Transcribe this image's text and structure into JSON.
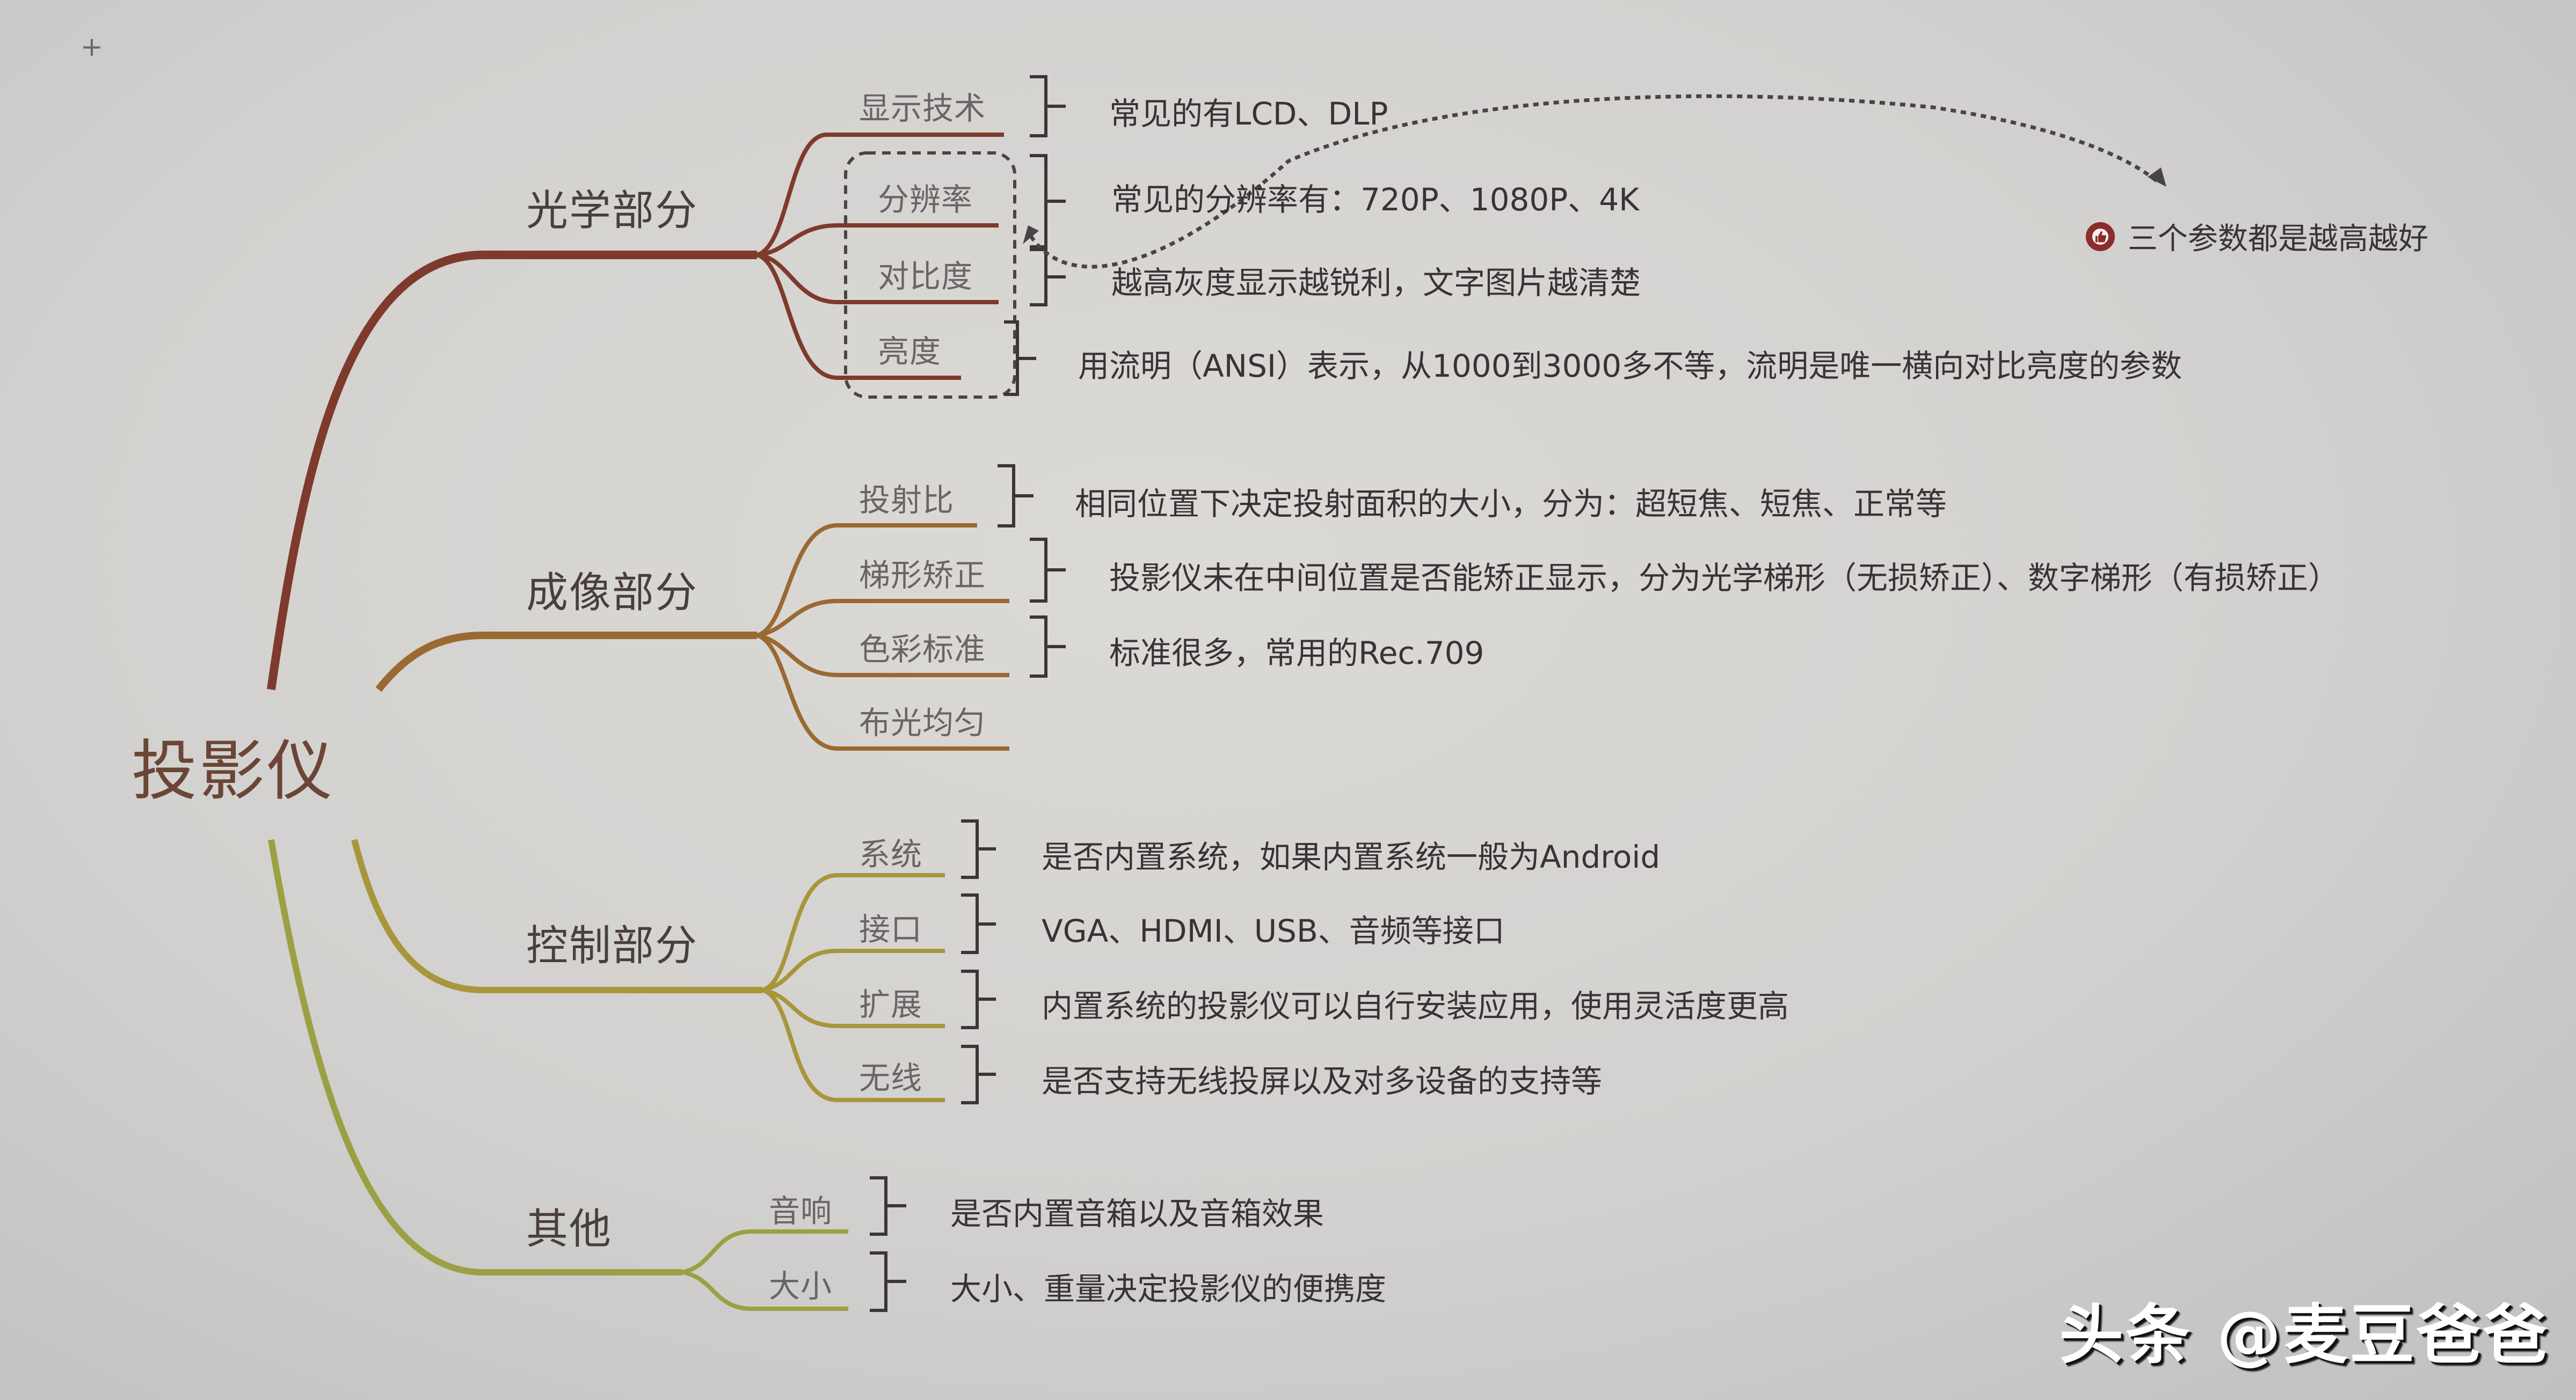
{
  "root": {
    "label": "投影仪"
  },
  "colors": {
    "optical": "#7e3a2c",
    "imaging": "#9a6a32",
    "control": "#a8963c",
    "other": "#9ba044",
    "bracket": "#3d3538",
    "note_icon": "#8b2d2a"
  },
  "branches": [
    {
      "label": "光学部分",
      "items": [
        {
          "label": "显示技术",
          "desc": "常见的有LCD、DLP"
        },
        {
          "label": "分辨率",
          "desc": "常见的分辨率有：720P、1080P、4K"
        },
        {
          "label": "对比度",
          "desc": "越高灰度显示越锐利，文字图片越清楚"
        },
        {
          "label": "亮度",
          "desc": "用流明（ANSI）表示，从1000到3000多不等，流明是唯一横向对比亮度的参数"
        }
      ]
    },
    {
      "label": "成像部分",
      "items": [
        {
          "label": "投射比",
          "desc": "相同位置下决定投射面积的大小，分为：超短焦、短焦、正常等"
        },
        {
          "label": "梯形矫正",
          "desc": "投影仪未在中间位置是否能矫正显示，分为光学梯形（无损矫正）、数字梯形（有损矫正）"
        },
        {
          "label": "色彩标准",
          "desc": "标准很多，常用的Rec.709"
        },
        {
          "label": "布光均匀",
          "desc": ""
        }
      ]
    },
    {
      "label": "控制部分",
      "items": [
        {
          "label": "系统",
          "desc": "是否内置系统，如果内置系统一般为Android"
        },
        {
          "label": "接口",
          "desc": "VGA、HDMI、USB、音频等接口"
        },
        {
          "label": "扩展",
          "desc": "内置系统的投影仪可以自行安装应用，使用灵活度更高"
        },
        {
          "label": "无线",
          "desc": "是否支持无线投屏以及对多设备的支持等"
        }
      ]
    },
    {
      "label": "其他",
      "items": [
        {
          "label": "音响",
          "desc": "是否内置音箱以及音箱效果"
        },
        {
          "label": "大小",
          "desc": "大小、重量决定投影仪的便携度"
        }
      ]
    }
  ],
  "callout": {
    "icon": "thumbs-up-icon",
    "text": "三个参数都是越高越好"
  },
  "corner_mark": "+",
  "watermark": "头条 @麦豆爸爸"
}
